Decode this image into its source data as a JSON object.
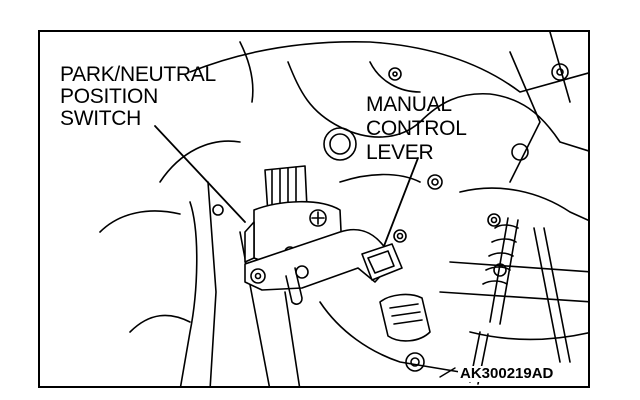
{
  "labels": {
    "park_neutral_line1": "PARK/NEUTRAL",
    "park_neutral_line2": "POSITION",
    "park_neutral_line3": "SWITCH",
    "manual_line1": "MANUAL",
    "manual_line2": "CONTROL",
    "manual_line3": "LEVER"
  },
  "reference_code": "AK300219AD",
  "colors": {
    "ink": "#000000",
    "background": "#ffffff"
  }
}
